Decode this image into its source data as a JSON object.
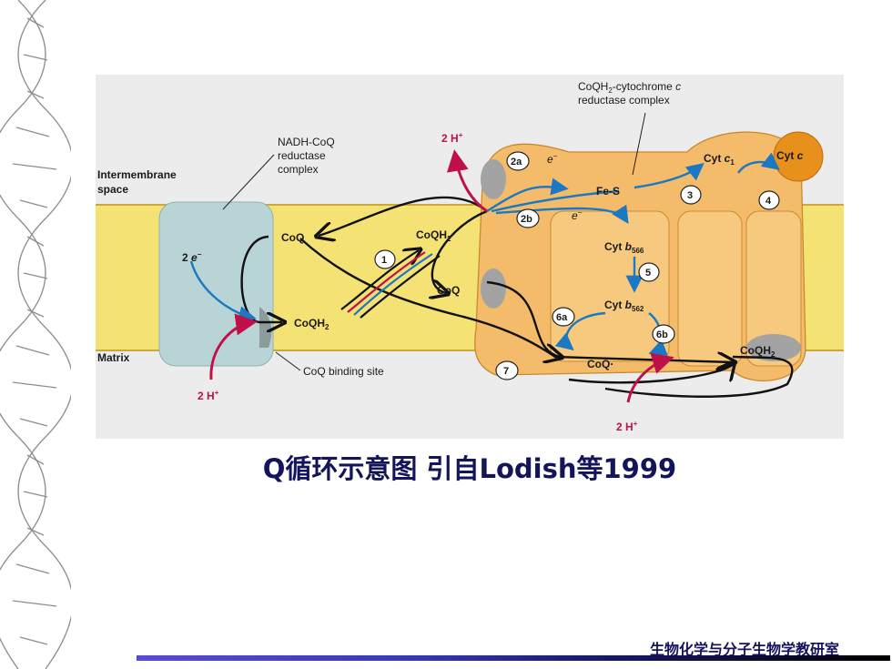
{
  "labels": {
    "intermembrane": "Intermembrane",
    "space": "space",
    "matrix": "Matrix",
    "nadh_line1": "NADH-CoQ",
    "nadh_line2": "reductase",
    "nadh_line3": "complex",
    "coqh2_line1": "CoQH",
    "coqh2_line1_sub": "2",
    "coqh2_line1_rest": "-cytochrome ",
    "coqh2_line1_c": "c",
    "coqh2_line2": "reductase complex",
    "binding_site": "CoQ binding site",
    "two_e": "2 ",
    "e_sym": "e",
    "e_minus": "−",
    "h_top": "2 H",
    "h_left": "2 H",
    "h_bottom": "2 H",
    "h_plus": "+",
    "coq_a": "CoQ",
    "coqh2_a": "CoQH",
    "coq_b": "CoQ",
    "coqh2_b": "CoQH",
    "coq_dot": "CoQ",
    "coq_dot_sup": "·",
    "coqh2_c": "CoQH",
    "sub2": "2",
    "fes": "Fe-S",
    "cyt_c1": "Cyt ",
    "cyt_c1_c": "c",
    "cyt_c1_sub": "1",
    "cyt_c": "Cyt ",
    "cyt_c_c": "c",
    "cyt_b566": "Cyt ",
    "cyt_b566_b": "b",
    "cyt_b566_sub": "566",
    "cyt_b562": "Cyt ",
    "cyt_b562_b": "b",
    "cyt_b562_sub": "562",
    "step1": "1",
    "step2a": "2a",
    "step2b": "2b",
    "step3": "3",
    "step4": "4",
    "step5": "5",
    "step6a": "6a",
    "step6b": "6b",
    "step7": "7"
  },
  "caption": "Q循环示意图 引自Lodish等1999",
  "footer": "生物化学与分子生物学教研室",
  "colors": {
    "membrane": "#f5e274",
    "background": "#ececec",
    "complex_i": "#b9d4d4",
    "complex_iii": "#f4bc6a",
    "cyt_c": "#e8901c",
    "arrow_blue": "#1b78c2",
    "arrow_red": "#c0104a",
    "caption_text": "#14145a"
  }
}
